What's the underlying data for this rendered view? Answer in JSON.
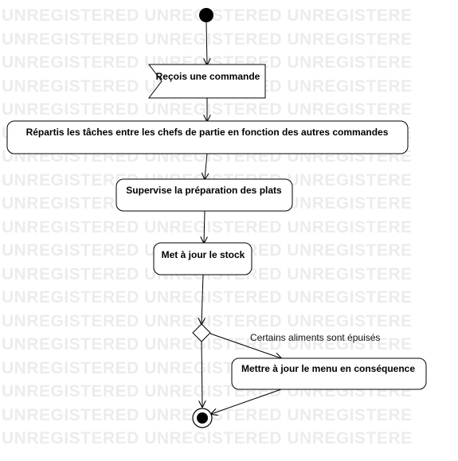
{
  "watermark": {
    "text": "UNREGISTERED UNREGISTERED UNREGISTERE"
  },
  "activities": {
    "receive_order": "Reçois une commande",
    "assign_tasks": "Répartis les tâches entre les chefs de partie en fonction des autres commandes",
    "supervise": "Supervise la préparation des plats",
    "update_stock": "Met à jour le stock",
    "update_menu": "Mettre à jour le menu en conséquence"
  },
  "guards": {
    "out_of_stock": "Certains aliments sont épuisés"
  },
  "colors": {
    "stroke": "#000000",
    "fill": "#ffffff",
    "watermark": "#ececec"
  }
}
